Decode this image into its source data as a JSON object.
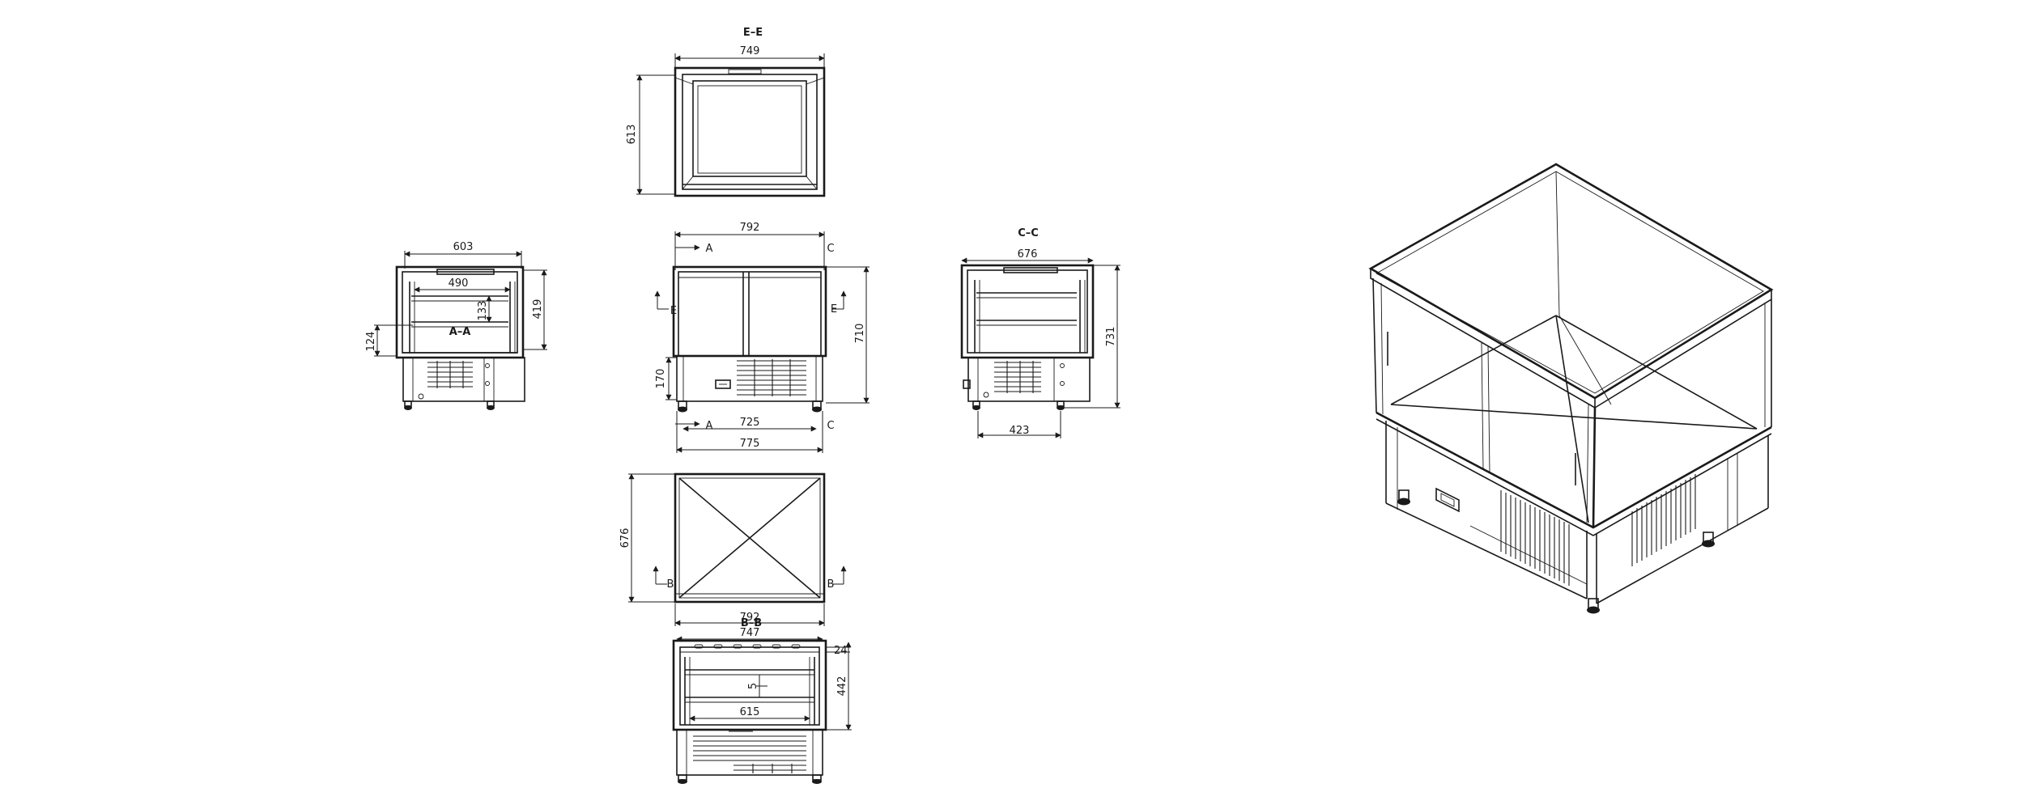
{
  "sections": {
    "ee": "E–E",
    "aa": "A–A",
    "cc": "C–C",
    "bb": "B–B"
  },
  "markers": {
    "a": "A",
    "c": "C",
    "e": "E",
    "b": "B"
  },
  "dims": {
    "top_width": "749",
    "top_depth": "613",
    "left_width": "603",
    "left_inner": "490",
    "left_133": "133",
    "left_419": "419",
    "left_124": "124",
    "front_width": "792",
    "front_height": "710",
    "front_170": "170",
    "front_725": "725",
    "front_775": "775",
    "right_width": "676",
    "right_height": "731",
    "right_base": "423",
    "plan_depth": "676",
    "plan_width": "792",
    "bottom_width": "747",
    "bottom_24": "24",
    "bottom_442": "442",
    "bottom_5": "5",
    "bottom_615": "615"
  }
}
